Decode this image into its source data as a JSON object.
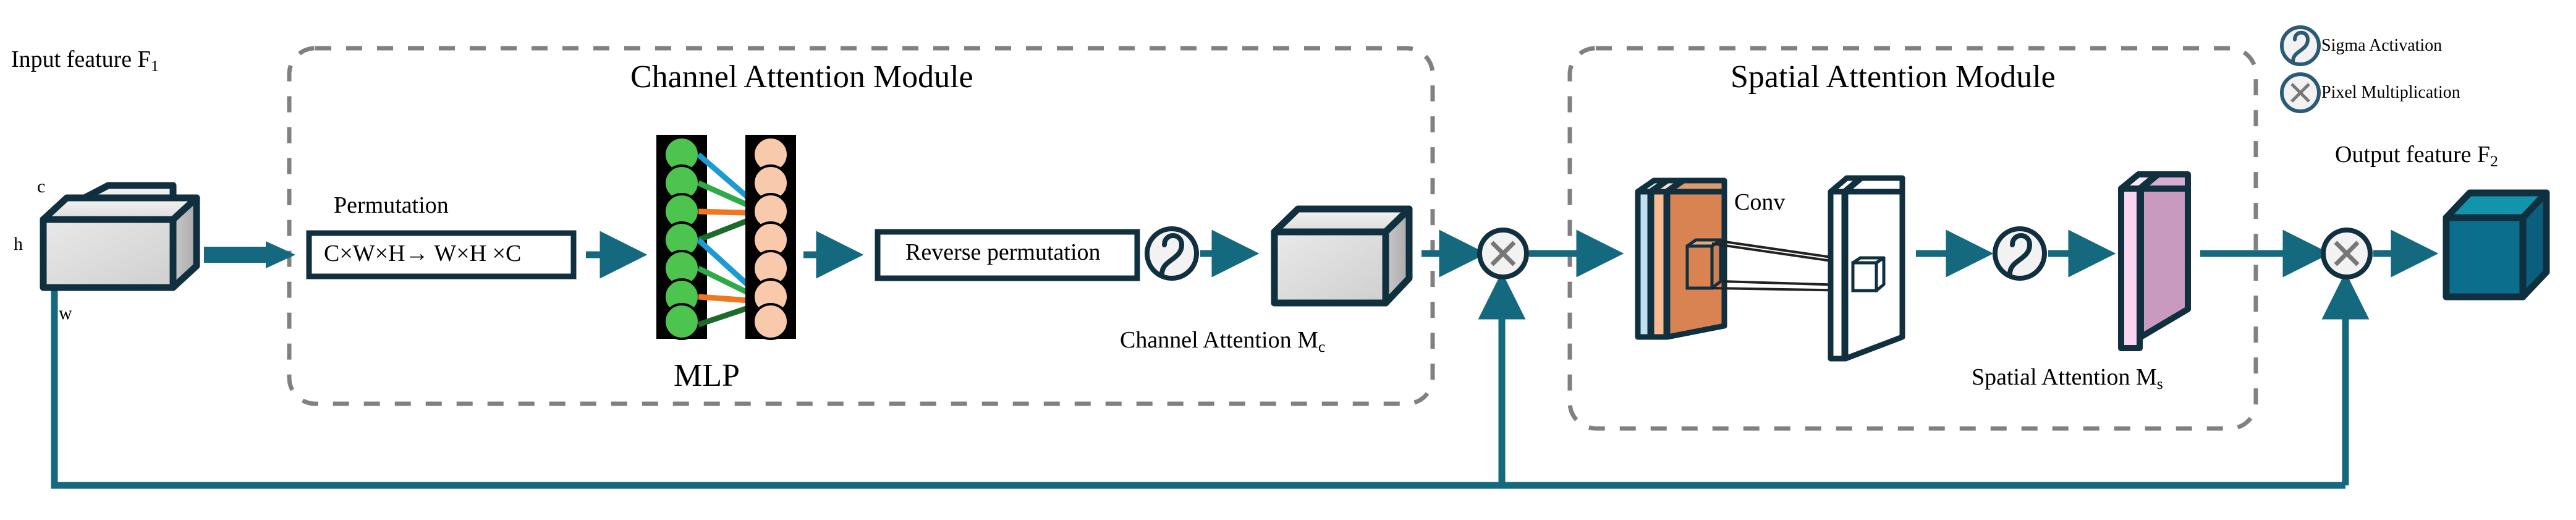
{
  "figure": {
    "type": "diagram",
    "kind": "neural-network-attention-architecture",
    "background": "#ffffff"
  },
  "colors": {
    "arrow_teal": "#14697f",
    "outline_dark": "#11303f",
    "dashed_gray": "#808080",
    "mlp_green": "#4dc44d",
    "mlp_peach": "#f9c9ab",
    "link_blue": "#1b9ad6",
    "link_green": "#2faa4a",
    "link_darkgreen": "#1d6b2b",
    "link_orange": "#f0761f",
    "slab_blue": "#bfe0f2",
    "slab_peach": "#f7b98f",
    "slab_orange": "#d98352",
    "slab_pink_light": "#fbd4ef",
    "slab_pink": "#c99ac0",
    "cube_gray": "#d4d4d4",
    "cube_teal_front": "#0b6e8c",
    "cube_teal_top": "#1394ad",
    "circle_fill": "#f2f2f2"
  },
  "input": {
    "caption": "Input feature F",
    "caption_sub": "1",
    "dim_c": "c",
    "dim_h": "h",
    "dim_w": "w"
  },
  "output": {
    "caption": "Output feature F",
    "caption_sub": "2"
  },
  "channel_module": {
    "title": "Channel Attention Module",
    "permutation_label": "Permutation",
    "permutation_box": "C×W×H→ W×H ×C",
    "mlp_label": "MLP",
    "reverse_box": "Reverse permutation",
    "output_label": "Channel Attention M",
    "output_label_sub": "c",
    "mlp_left_nodes": 7,
    "mlp_right_nodes": 7
  },
  "spatial_module": {
    "title": "Spatial Attention Module",
    "conv_label": "Conv",
    "output_label": "Spatial Attention M",
    "output_label_sub": "s"
  },
  "legend": {
    "items": [
      {
        "icon": "sigma-activation-icon",
        "label": "Sigma Activation"
      },
      {
        "icon": "pixel-multiplication-icon",
        "label": "Pixel Multiplication"
      }
    ]
  },
  "operators": {
    "sigma": "sigma-activation-icon",
    "multiply": "pixel-multiplication-icon"
  }
}
